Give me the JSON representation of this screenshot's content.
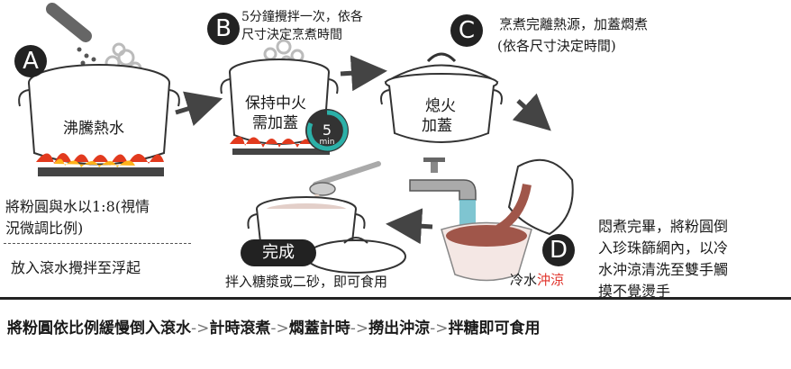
{
  "steps": {
    "a": {
      "letter": "A",
      "pot_label": "沸騰熱水",
      "note_line1": "將粉圓與水以1:8(視情",
      "note_line2": "況微調比例)",
      "note_line3": "放入滾水攪拌至浮起"
    },
    "b": {
      "letter": "B",
      "note_line1": "5分鐘攪拌一次，依各",
      "note_line2": "尺寸決定烹煮時間",
      "pot_line1": "保持中火",
      "pot_line2": "需加蓋",
      "timer_value": "5",
      "timer_unit": "min"
    },
    "c": {
      "letter": "C",
      "note_line1": "烹煮完離熱源，加蓋燜煮",
      "note_line2": "(依各尺寸決定時間)",
      "pot_line1": "熄火",
      "pot_line2": "加蓋"
    },
    "d": {
      "letter": "D",
      "note_line1": "悶煮完畢，將粉圓倒",
      "note_line2": "入珍珠篩網內，以冷",
      "note_line3": "水沖涼清洗至雙手觸",
      "note_line4": "摸不覺燙手",
      "label_black": "冷水",
      "label_red": "沖涼"
    },
    "done": {
      "badge": "完成",
      "note": "拌入糖漿或二砂，即可食用"
    }
  },
  "summary": {
    "s1": "將粉圓依比例緩慢倒入滾水",
    "s2": "計時滾煮",
    "s3": "燜蓋計時",
    "s4": "撈出沖涼",
    "s5": "拌糖即可食用",
    "arrow": "->"
  },
  "colors": {
    "flame": "#e23a1e",
    "flame_core": "#ffb21a",
    "timer_ring": "#2bb0a8",
    "water": "#5fb7c6",
    "syrup": "#a0564a",
    "red_text": "#e0322a"
  }
}
